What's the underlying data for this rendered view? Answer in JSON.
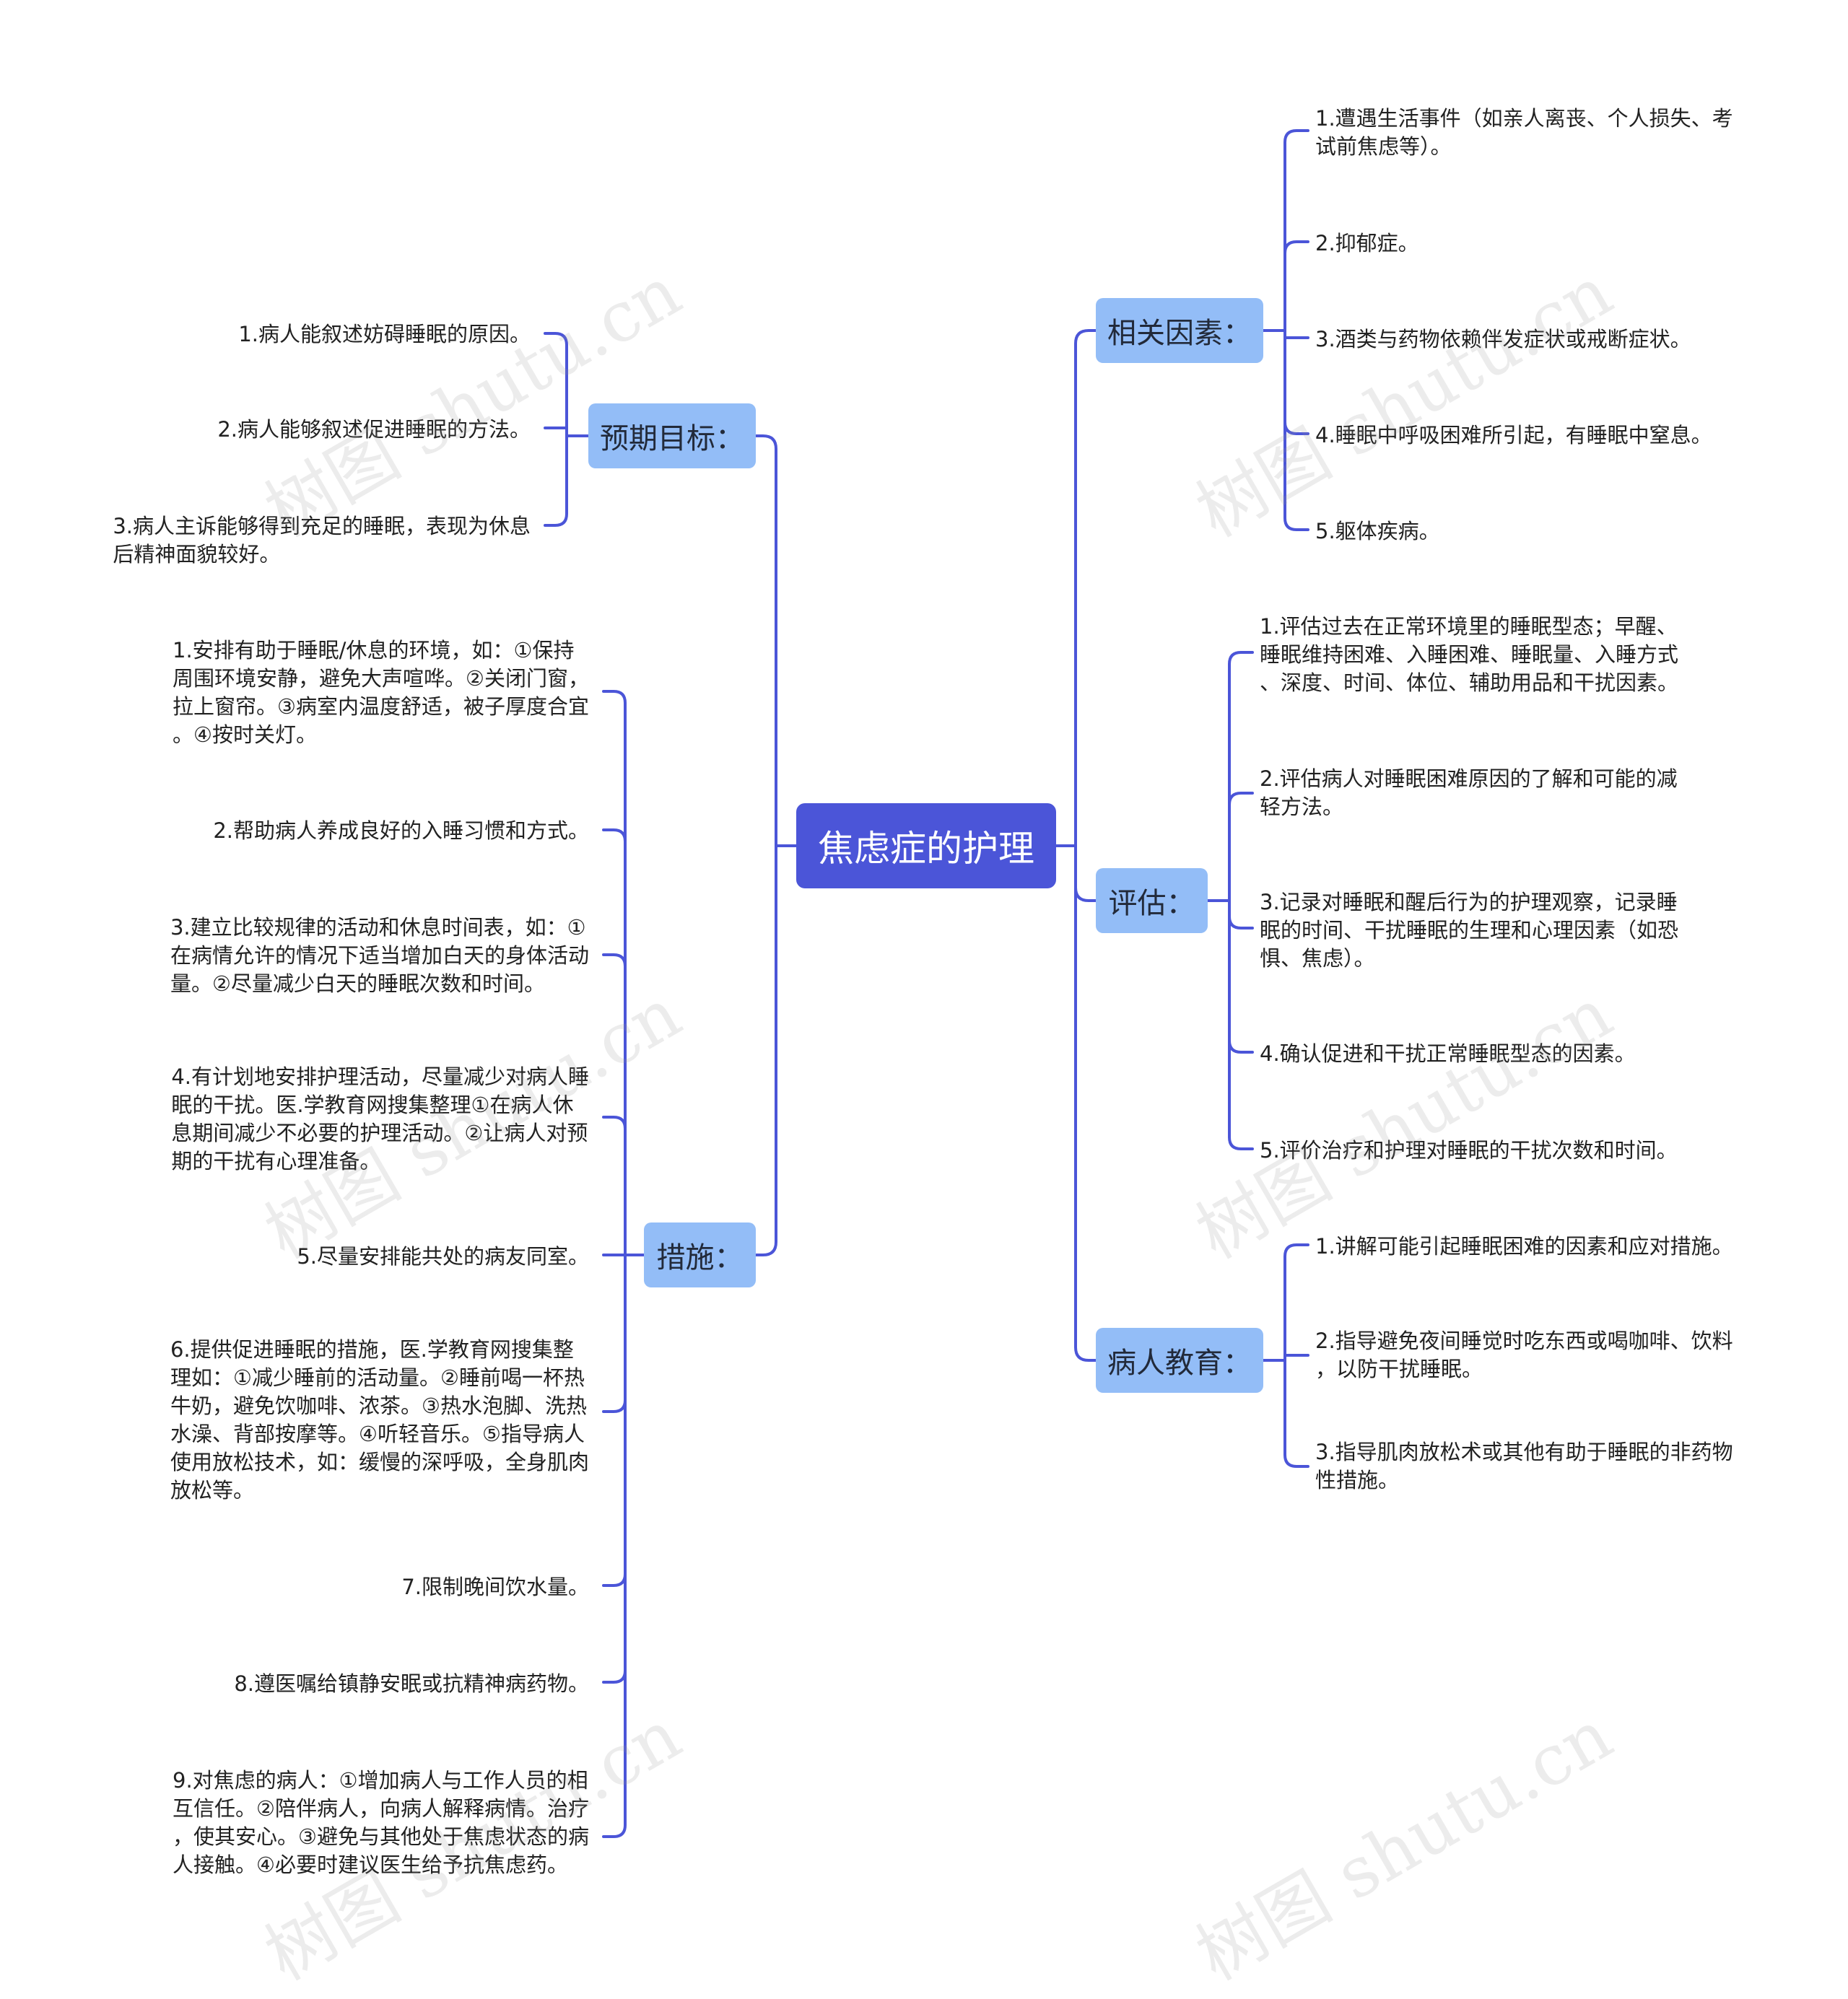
{
  "root": {
    "label": "焦虑症的护理"
  },
  "branches": {
    "goals": {
      "label": "预期目标：",
      "items": [
        [
          "1.病人能叙述妨碍睡眠的原因。"
        ],
        [
          "2.病人能够叙述促进睡眠的方法。"
        ],
        [
          "3.病人主诉能够得到充足的睡眠，表现为休息",
          "后精神面貌较好。"
        ]
      ]
    },
    "measures": {
      "label": "措施：",
      "items": [
        [
          "1.安排有助于睡眠/休息的环境，如：①保持",
          "周围环境安静，避免大声喧哗。②关闭门窗，",
          "拉上窗帘。③病室内温度舒适，被子厚度合宜",
          "。④按时关灯。"
        ],
        [
          "2.帮助病人养成良好的入睡习惯和方式。"
        ],
        [
          "3.建立比较规律的活动和休息时间表，如：①",
          "在病情允许的情况下适当增加白天的身体活动",
          "量。②尽量减少白天的睡眠次数和时间。"
        ],
        [
          "4.有计划地安排护理活动，尽量减少对病人睡",
          "眠的干扰。医.学教育网搜集整理①在病人休",
          "息期间减少不必要的护理活动。②让病人对预",
          "期的干扰有心理准备。"
        ],
        [
          "5.尽量安排能共处的病友同室。"
        ],
        [
          "6.提供促进睡眠的措施，医.学教育网搜集整",
          "理如：①减少睡前的活动量。②睡前喝一杯热",
          "牛奶，避免饮咖啡、浓茶。③热水泡脚、洗热",
          "水澡、背部按摩等。④听轻音乐。⑤指导病人",
          "使用放松技术，如：缓慢的深呼吸，全身肌肉",
          "放松等。"
        ],
        [
          "7.限制晚间饮水量。"
        ],
        [
          "8.遵医嘱给镇静安眠或抗精神病药物。"
        ],
        [
          "9.对焦虑的病人：①增加病人与工作人员的相",
          "互信任。②陪伴病人，向病人解释病情。治疗",
          "，使其安心。③避免与其他处于焦虑状态的病",
          "人接触。④必要时建议医生给予抗焦虑药。"
        ]
      ]
    },
    "factors": {
      "label": "相关因素：",
      "items": [
        [
          "1.遭遇生活事件（如亲人离丧、个人损失、考",
          "试前焦虑等）。"
        ],
        [
          "2.抑郁症。"
        ],
        [
          "3.酒类与药物依赖伴发症状或戒断症状。"
        ],
        [
          "4.睡眠中呼吸困难所引起，有睡眠中窒息。"
        ],
        [
          "5.躯体疾病。"
        ]
      ]
    },
    "assessment": {
      "label": "评估：",
      "items": [
        [
          "1.评估过去在正常环境里的睡眠型态；早醒、",
          "睡眠维持困难、入睡困难、睡眠量、入睡方式",
          "、深度、时间、体位、辅助用品和干扰因素。"
        ],
        [
          "2.评估病人对睡眠困难原因的了解和可能的减",
          "轻方法。"
        ],
        [
          "3.记录对睡眠和醒后行为的护理观察，记录睡",
          "眠的时间、干扰睡眠的生理和心理因素（如恐",
          "惧、焦虑）。"
        ],
        [
          "4.确认促进和干扰正常睡眠型态的因素。"
        ],
        [
          "5.评价治疗和护理对睡眠的干扰次数和时间。"
        ]
      ]
    },
    "education": {
      "label": "病人教育：",
      "items": [
        [
          "1.讲解可能引起睡眠困难的因素和应对措施。"
        ],
        [
          "2.指导避免夜间睡觉时吃东西或喝咖啡、饮料",
          "，以防干扰睡眠。"
        ],
        [
          "3.指导肌肉放松术或其他有助于睡眠的非药物",
          "性措施。"
        ]
      ]
    }
  },
  "watermark": "树图 shutu.cn",
  "colors": {
    "line": "#4b55d8",
    "root_bg": "#4b55d8",
    "branch_bg": "#93bdf7"
  }
}
